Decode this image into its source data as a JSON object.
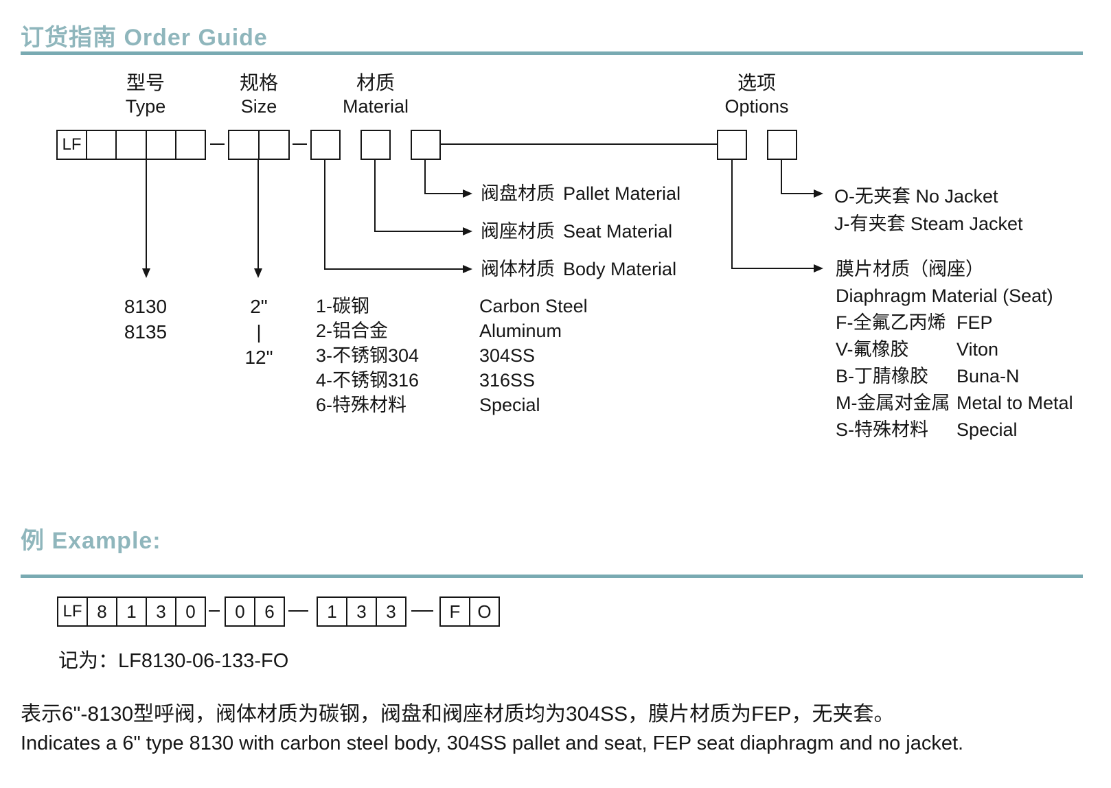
{
  "colors": {
    "accent": "#8fb6bc",
    "rule": "#79aab2",
    "line": "#161616"
  },
  "header": {
    "title": "订货指南 Order Guide"
  },
  "order_guide": {
    "columns": [
      {
        "zh": "型号",
        "en": "Type"
      },
      {
        "zh": "规格",
        "en": "Size"
      },
      {
        "zh": "材质",
        "en": "Material"
      },
      {
        "zh": "选项",
        "en": "Options"
      }
    ],
    "code_prefix": "LF",
    "type_values": [
      "8130",
      "8135"
    ],
    "size_values": [
      "2\"",
      "|",
      "12\""
    ],
    "slots": {
      "pallet": {
        "zh": "阀盘材质",
        "en": "Pallet Material"
      },
      "seat": {
        "zh": "阀座材质",
        "en": "Seat Material"
      },
      "body": {
        "zh": "阀体材质",
        "en": "Body Material"
      }
    },
    "material_options": [
      {
        "zh": "1-碳钢",
        "en": "Carbon Steel"
      },
      {
        "zh": "2-铝合金",
        "en": "Aluminum"
      },
      {
        "zh": "3-不锈钢304",
        "en": "304SS"
      },
      {
        "zh": "4-不锈钢316",
        "en": "316SS"
      },
      {
        "zh": "6-特殊材料",
        "en": "Special"
      }
    ],
    "jacket_options": [
      "O-无夹套 No Jacket",
      "J-有夹套 Steam Jacket"
    ],
    "diaphragm": {
      "title_zh": "膜片材质（阀座）",
      "title_en": "Diaphragm Material (Seat)",
      "options": [
        {
          "zh": "F-全氟乙丙烯",
          "en": "FEP"
        },
        {
          "zh": "V-氟橡胶",
          "en": "Viton"
        },
        {
          "zh": "B-丁腈橡胶",
          "en": "Buna-N"
        },
        {
          "zh": "M-金属对金属",
          "en": "Metal to Metal"
        },
        {
          "zh": "S-特殊材料",
          "en": "Special"
        }
      ]
    }
  },
  "example": {
    "title": "例 Example:",
    "groups": [
      [
        "LF",
        "8",
        "1",
        "3",
        "0"
      ],
      [
        "0",
        "6"
      ],
      [
        "1",
        "3",
        "3"
      ],
      [
        "F",
        "O"
      ]
    ],
    "note_label": "记为：",
    "code": "LF8130-06-133-FO",
    "desc_zh": "表示6\"-8130型呼阀，阀体材质为碳钢，阀盘和阀座材质均为304SS，膜片材质为FEP，无夹套。",
    "desc_en": "Indicates a 6\" type 8130 with carbon steel body, 304SS pallet and seat, FEP seat diaphragm and no jacket."
  }
}
